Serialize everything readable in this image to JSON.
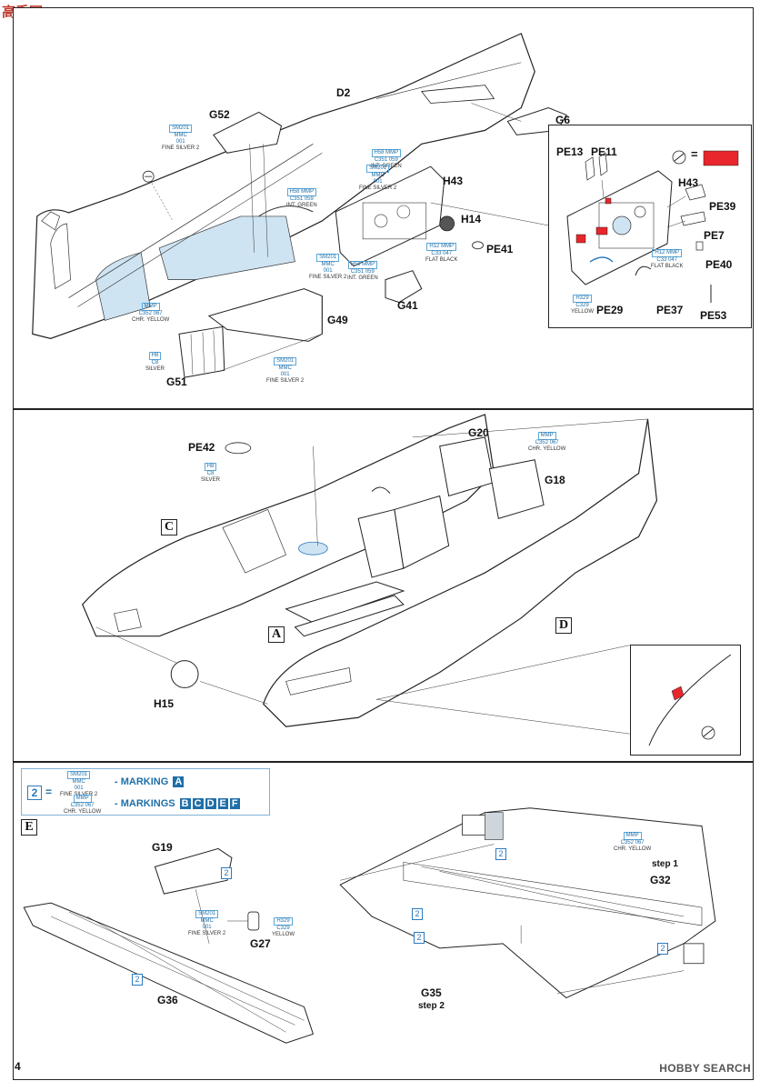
{
  "logo": {
    "text": "高手网"
  },
  "page_number": "4",
  "watermark": "HOBBY SEARCH",
  "section1": {
    "labels": {
      "d2": "D2",
      "g52": "G52",
      "g6": "G6",
      "h43": "H43",
      "h14": "H14",
      "pe41": "PE41",
      "g41": "G41",
      "g49": "G49",
      "g51": "G51"
    },
    "paints": {
      "sm201_a": {
        "code": "SM201",
        "brand": "MMC",
        "num": "001",
        "name": "FINE SILVER 2"
      },
      "h58_a": {
        "code": "H58  MMP",
        "code2": "C351  059",
        "name": "INT. GREEN"
      },
      "sm201_b": {
        "code": "SM201",
        "brand": "MMC",
        "num": "001",
        "name": "FINE SILVER 2"
      },
      "h58_b": {
        "code": "H58  MMP",
        "code2": "C351  059",
        "name": "INT. GREEN"
      },
      "h58_c": {
        "code": "H58  MMP",
        "code2": "C351  059",
        "name": "INT. GREEN"
      },
      "sm201_c": {
        "code": "SM201",
        "brand": "MMC",
        "num": "001",
        "name": "FINE SILVER 2"
      },
      "h12_a": {
        "code": "H12  MMP",
        "code2": "C33  047",
        "name": "FLAT BLACK"
      },
      "mmp_yellow": {
        "code": "MMP",
        "code2": "C352  067",
        "name": "CHR. YELLOW"
      },
      "h8_a": {
        "code": "H8",
        "code2": "C8",
        "name": "SILVER"
      },
      "sm201_d": {
        "code": "SM201",
        "brand": "MMC",
        "num": "001",
        "name": "FINE SILVER 2"
      }
    },
    "inset": {
      "labels": {
        "pe13": "PE13",
        "pe11": "PE11",
        "h43": "H43",
        "pe39": "PE39",
        "pe7": "PE7",
        "pe40": "PE40",
        "pe29": "PE29",
        "pe37": "PE37",
        "pe53": "PE53"
      },
      "paint_h12": {
        "code": "H12  MMP",
        "code2": "C33  047",
        "name": "FLAT BLACK"
      },
      "paint_h329": {
        "code": "H329",
        "code2": "C329",
        "name": "YELLOW"
      },
      "equals": "=",
      "swatch_color": "#e8262b"
    }
  },
  "section2": {
    "labels": {
      "pe42": "PE42",
      "g20": "G20",
      "g18": "G18",
      "h15": "H15"
    },
    "boxes": {
      "c": "C",
      "a": "A",
      "d": "D"
    },
    "paints": {
      "h8_b": {
        "code": "H8",
        "code2": "C8",
        "name": "SILVER"
      },
      "mmp_yellow_b": {
        "code": "MMP",
        "code2": "C352  067",
        "name": "CHR. YELLOW"
      }
    }
  },
  "section3": {
    "legend": {
      "number": "2",
      "equals": "=",
      "row1_paint": {
        "code": "SM201",
        "brand": "MMC",
        "num": "001",
        "name": "FINE SILVER 2"
      },
      "row1_text": "- MARKING",
      "row1_marks": [
        "A"
      ],
      "row2_paint": {
        "code": "MMP",
        "code2": "C352  067",
        "name": "CHR. YELLOW"
      },
      "row2_text": "- MARKINGS",
      "row2_marks": [
        "B",
        "C",
        "D",
        "E",
        "F"
      ]
    },
    "box": "E",
    "labels": {
      "g19": "G19",
      "g27": "G27",
      "g36": "G36",
      "g32": "G32",
      "step1": "step 1",
      "g35": "G35",
      "step2": "step 2"
    },
    "refs": [
      "2",
      "2",
      "2",
      "2",
      "2",
      "2"
    ],
    "paints": {
      "sm201_e": {
        "code": "SM201",
        "brand": "MMC",
        "num": "001",
        "name": "FINE SILVER 2"
      },
      "h329_b": {
        "code": "H329",
        "code2": "C329",
        "name": "YELLOW"
      },
      "mmp_yellow_c": {
        "code": "MMP",
        "code2": "C352  067",
        "name": "CHR. YELLOW"
      }
    }
  }
}
